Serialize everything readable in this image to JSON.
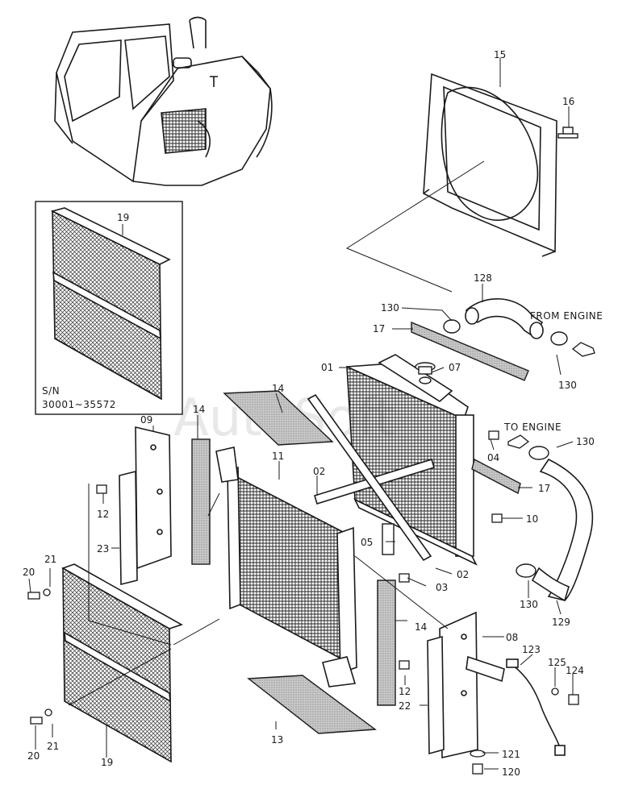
{
  "watermark": "AutoSoft",
  "inset": {
    "serial_label": "S/N",
    "serial_range": "30001~35572"
  },
  "text_labels": {
    "from_engine": "FROM  ENGINE",
    "to_engine": "TO  ENGINE"
  },
  "part_numbers": {
    "p15": "15",
    "p16": "16",
    "p19_inset": "19",
    "p128": "128",
    "p130_a": "130",
    "p130_b": "130",
    "p130_c": "130",
    "p130_d": "130",
    "p17_a": "17",
    "p17_b": "17",
    "p01": "01",
    "p07": "07",
    "p14_a": "14",
    "p14_b": "14",
    "p14_c": "14",
    "p09": "09",
    "p04": "04",
    "p11": "11",
    "p02_a": "02",
    "p02_b": "02",
    "p12_a": "12",
    "p12_b": "12",
    "p10": "10",
    "p23": "23",
    "p05": "05",
    "p20_a": "20",
    "p20_b": "20",
    "p21_a": "21",
    "p21_b": "21",
    "p03": "03",
    "p129": "129",
    "p08": "08",
    "p123": "123",
    "p125": "125",
    "p124": "124",
    "p22": "22",
    "p13": "13",
    "p19": "19",
    "p121": "121",
    "p120": "120"
  }
}
